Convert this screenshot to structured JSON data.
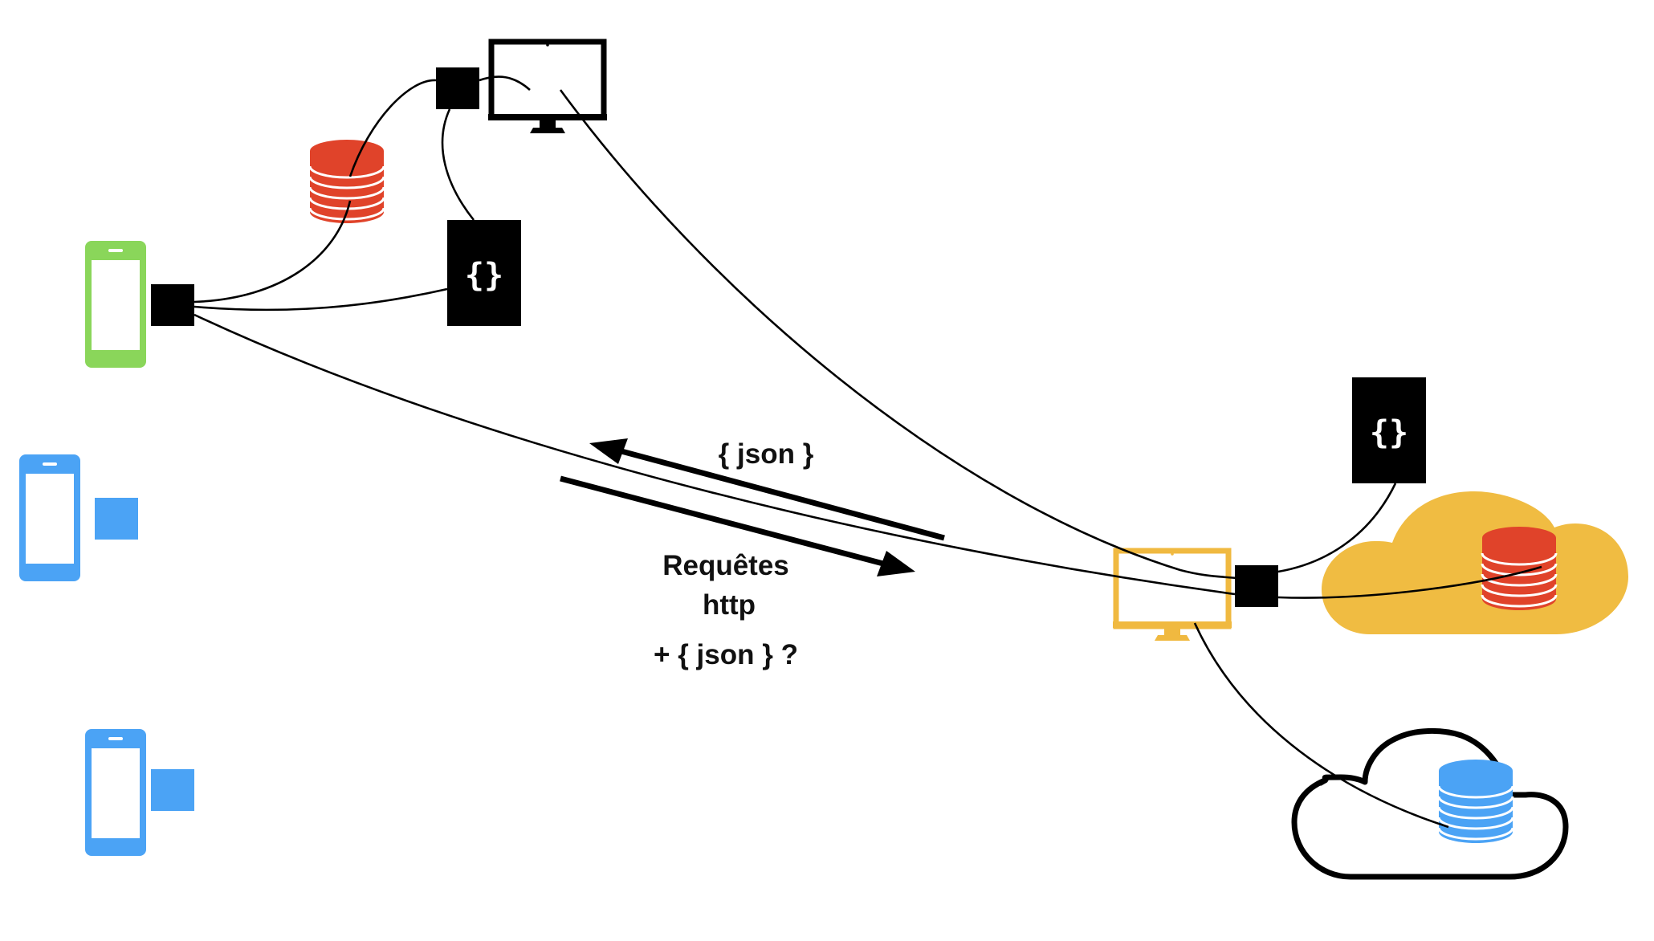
{
  "labels": {
    "json_response": "{ json }",
    "request_line1": "Requêtes",
    "request_line2": "http",
    "request_line3": "+ { json } ?"
  },
  "api_glyph": "{}",
  "colors": {
    "phone_green": "#8ad65a",
    "phone_blue": "#4ba3f5",
    "db_red": "#e0432a",
    "db_blue": "#4ba3f5",
    "monitor_yellow": "#f0b940",
    "cloud_yellow": "#f0bc42",
    "black": "#000000"
  },
  "icons": [
    "phone-icon",
    "monitor-icon",
    "database-icon",
    "api-icon",
    "cloud-icon",
    "connector-square-icon",
    "arrow-icon"
  ]
}
